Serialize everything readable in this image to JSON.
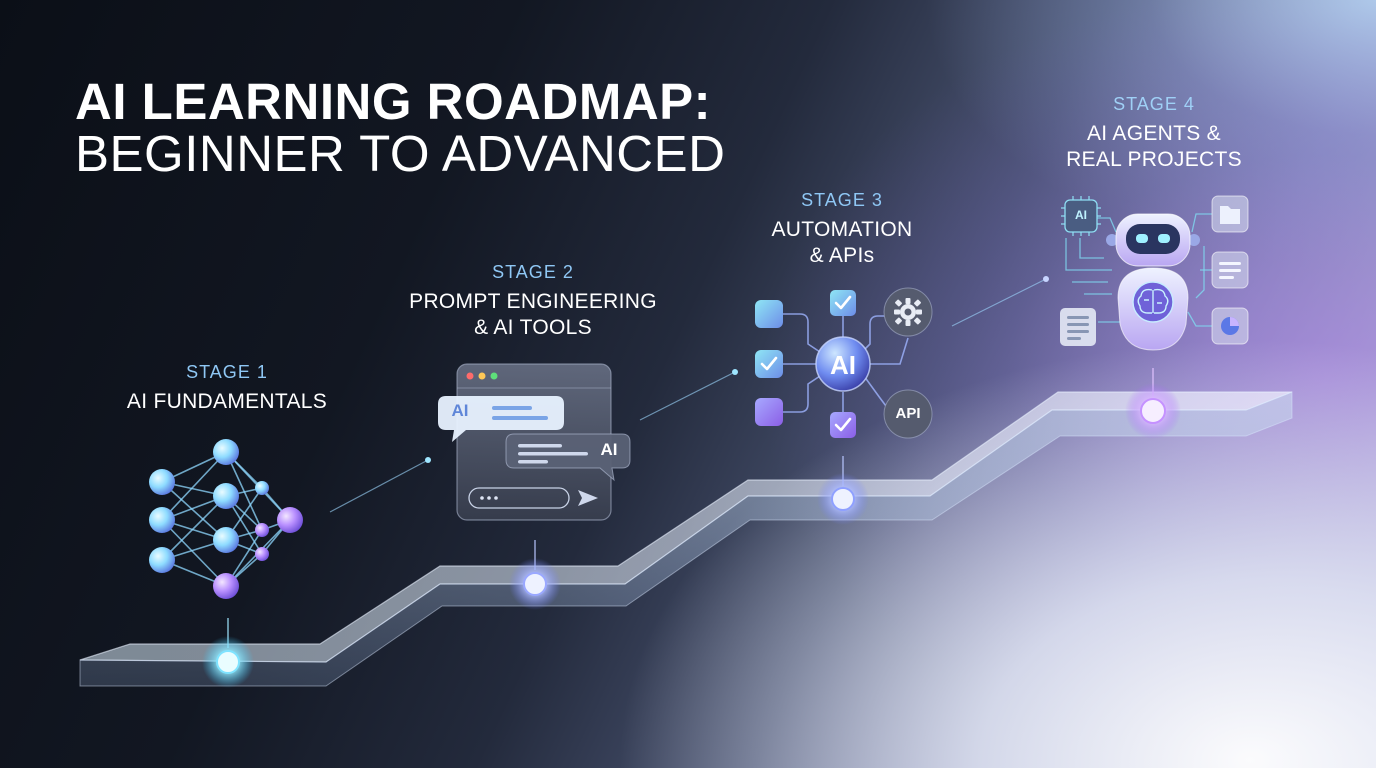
{
  "title": {
    "line1": "AI LEARNING ROADMAP:",
    "line2": "BEGINNER TO ADVANCED"
  },
  "stages": [
    {
      "label": "STAGE 1",
      "name_line1": "AI FUNDAMENTALS",
      "name_line2": ""
    },
    {
      "label": "STAGE 2",
      "name_line1": "PROMPT ENGINEERING",
      "name_line2": "& AI TOOLS"
    },
    {
      "label": "STAGE 3",
      "name_line1": "AUTOMATION",
      "name_line2": "& APIs"
    },
    {
      "label": "STAGE 4",
      "name_line1": "AI AGENTS &",
      "name_line2": "REAL PROJECTS"
    }
  ],
  "chat_window": {
    "bubble_left_text": "AI",
    "bubble_right_text": "AI"
  },
  "automation_hub": {
    "center_text": "AI",
    "api_text": "API"
  },
  "robot": {
    "chip_text": "AI"
  },
  "colors": {
    "accent_cyan": "#7fe3ff",
    "accent_blue": "#8fc7f4",
    "accent_purple": "#b38cff",
    "text_white": "#ffffff"
  }
}
